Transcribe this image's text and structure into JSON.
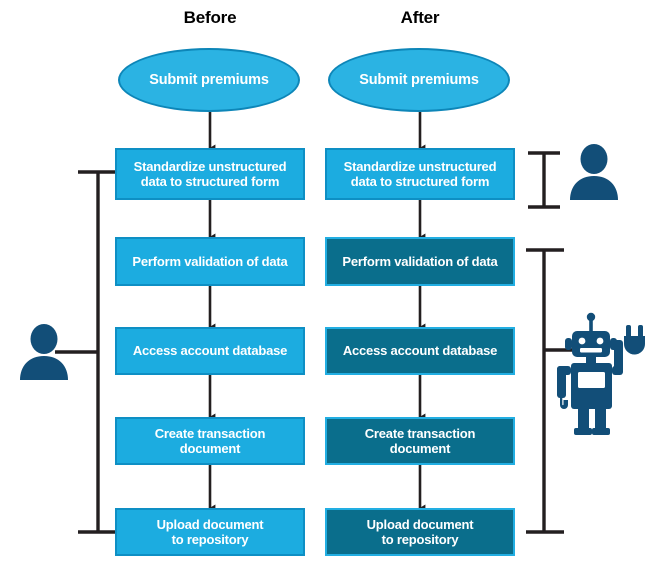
{
  "diagram": {
    "title_before": "Before",
    "title_after": "After",
    "columns": [
      {
        "id": "before",
        "header": "Before",
        "start_node": {
          "label": "Submit premiums",
          "shape": "ellipse",
          "style": "light"
        },
        "steps": [
          {
            "label": "Standardize unstructured\ndata to structured form",
            "style": "light"
          },
          {
            "label": "Perform validation of data",
            "style": "light"
          },
          {
            "label": "Access account database",
            "style": "light"
          },
          {
            "label": "Create transaction\ndocument",
            "style": "light"
          },
          {
            "label": "Upload document\nto repository",
            "style": "light"
          }
        ]
      },
      {
        "id": "after",
        "header": "After",
        "start_node": {
          "label": "Submit premiums",
          "shape": "ellipse",
          "style": "light"
        },
        "steps": [
          {
            "label": "Standardize unstructured\ndata to structured form",
            "style": "light"
          },
          {
            "label": "Perform validation of data",
            "style": "dark"
          },
          {
            "label": "Access account database",
            "style": "dark"
          },
          {
            "label": "Create transaction\ndocument",
            "style": "dark"
          },
          {
            "label": "Upload document\nto repository",
            "style": "dark"
          }
        ]
      }
    ],
    "actors": [
      {
        "id": "human-left",
        "icon": "person-icon",
        "side": "left",
        "covers": "all-before-steps"
      },
      {
        "id": "human-right",
        "icon": "person-icon",
        "side": "right",
        "covers": "after-step-1"
      },
      {
        "id": "robot-right",
        "icon": "robot-icon",
        "side": "right",
        "covers": "after-steps-2-to-5"
      }
    ],
    "colors": {
      "light_fill": "#1CACE0",
      "light_border": "#0E8FC4",
      "dark_fill": "#0A6E8C",
      "dark_border": "#22AEE2",
      "ellipse_fill": "#2BB3E3",
      "ellipse_border": "#0D86B8",
      "actor_icon": "#124E78",
      "connector": "#231F20",
      "text": "#FFFFFF",
      "header_text": "#000000",
      "background": "#FFFFFF"
    }
  }
}
